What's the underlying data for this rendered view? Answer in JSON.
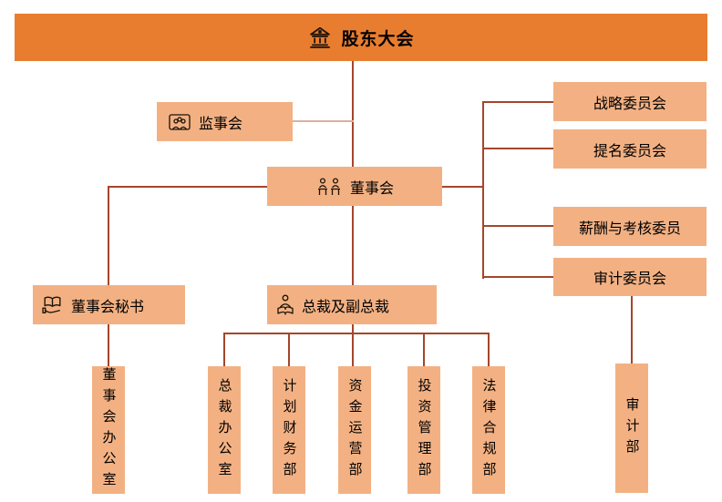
{
  "colors": {
    "banner_fill": "#E97D2F",
    "box_fill": "#F3B183",
    "line": "#A4462B",
    "line_light": "#DBB0A0",
    "text": "#000000"
  },
  "org_chart": {
    "root": {
      "label": "股东大会",
      "icon": "bank-icon"
    },
    "supervisory": {
      "label": "监事会",
      "icon": "people-group-icon"
    },
    "board": {
      "label": "董事会",
      "icon": "board-meeting-icon"
    },
    "committees": [
      {
        "label": "战略委员会"
      },
      {
        "label": "提名委员会"
      },
      {
        "label": "薪酬与考核委员"
      },
      {
        "label": "审计委员会"
      }
    ],
    "secretary": {
      "label": "董事会秘书",
      "icon": "book-hand-icon"
    },
    "president": {
      "label": "总裁及副总裁",
      "icon": "person-reading-icon"
    },
    "departments": [
      {
        "label": "董事会办公室"
      },
      {
        "label": "总裁办公室"
      },
      {
        "label": "计划财务部"
      },
      {
        "label": "资金运营部"
      },
      {
        "label": "投资管理部"
      },
      {
        "label": "法律合规部"
      },
      {
        "label": "审计部"
      }
    ]
  }
}
